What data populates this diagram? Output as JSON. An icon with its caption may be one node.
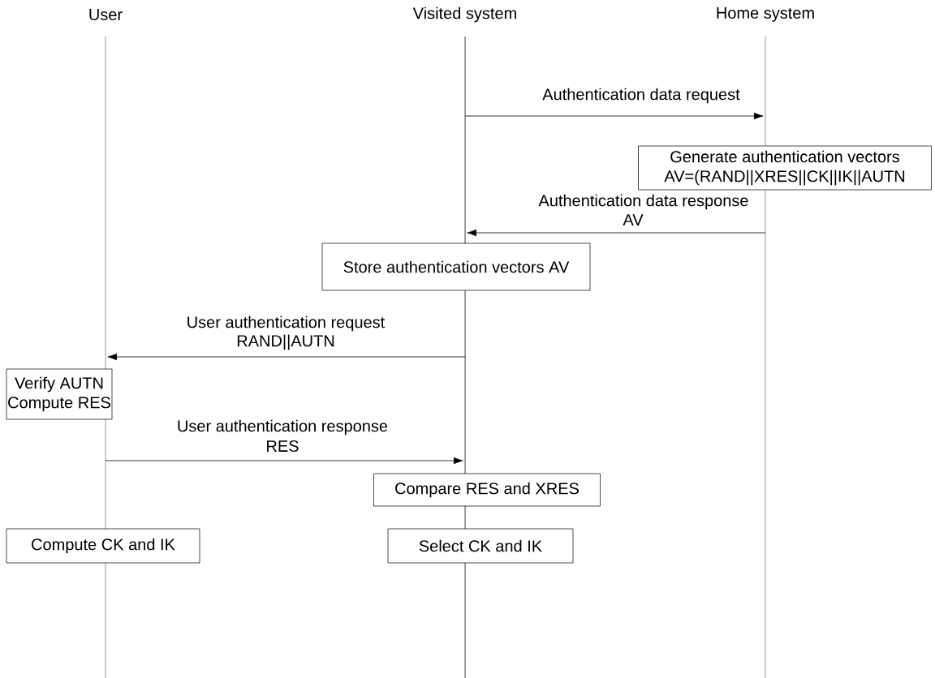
{
  "diagram": {
    "nodes": [
      {
        "text": [],
        "shape": "line",
        "beside": [
          "User"
        ]
      },
      {
        "text": [],
        "shape": "line",
        "beside": [
          "Visited system"
        ]
      },
      {
        "text": [],
        "shape": "line",
        "beside": [
          "Home system"
        ]
      },
      {
        "text": [
          "Generate authentication vectors",
          "AV=(RAND||XRES||CK||IK||AUTN"
        ]
      },
      {
        "text": [
          "Store authentication vectors AV"
        ]
      },
      {
        "text": [
          "Verify AUTN",
          "Compute RES"
        ]
      },
      {
        "text": [
          "Compare RES and XRES"
        ]
      },
      {
        "text": [
          "Compute CK and IK"
        ]
      },
      {
        "text": [
          "Select CK and IK"
        ]
      }
    ],
    "edges": [
      {
        "from": 1,
        "to": 2,
        "arrow": "to",
        "label": "Authentication data request"
      },
      {
        "from": 2,
        "to": 1,
        "arrow": "to",
        "label": "Authentication data response"
      },
      {
        "from": 1,
        "to": 0,
        "arrow": "to",
        "label": "User authentication request"
      },
      {
        "from": 0,
        "to": 1,
        "arrow": "to",
        "label": "User authentication response"
      }
    ],
    "labels": [
      "AV",
      "RAND||AUTN",
      "RES"
    ]
  }
}
